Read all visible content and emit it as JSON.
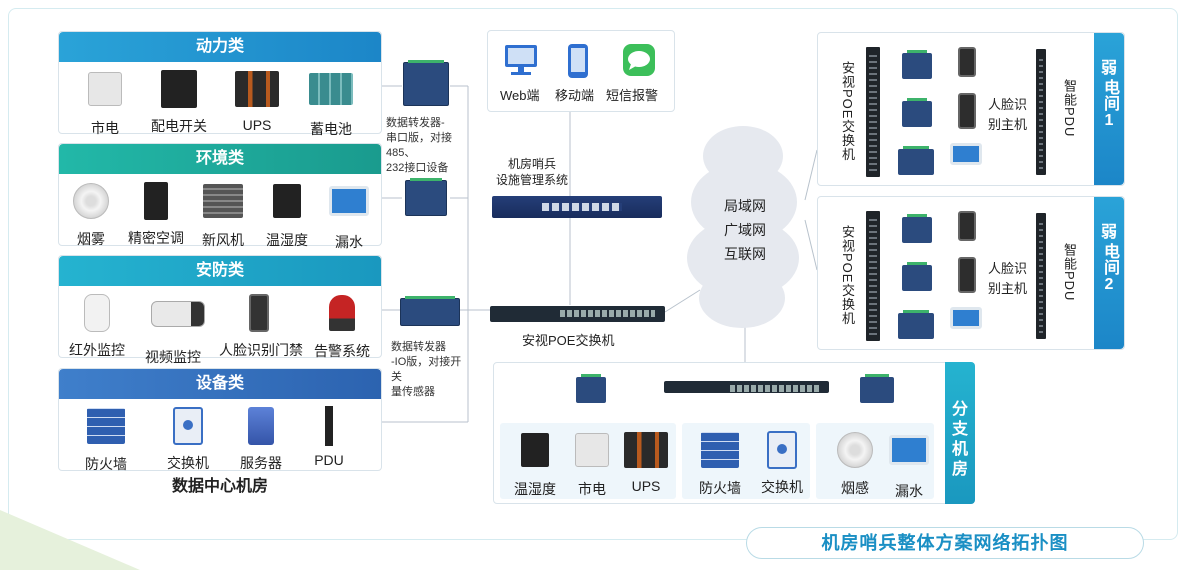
{
  "left_panels": {
    "power": {
      "title": "动力类",
      "items": [
        "市电",
        "配电开关",
        "UPS",
        "蓄电池"
      ]
    },
    "environment": {
      "title": "环境类",
      "items": [
        "烟雾",
        "精密空调",
        "新风机",
        "温湿度",
        "漏水"
      ]
    },
    "security": {
      "title": "安防类",
      "items": [
        "红外监控",
        "视频监控",
        "人脸识别门禁",
        "告警系统"
      ]
    },
    "equipment": {
      "title": "设备类",
      "items": [
        "防火墙",
        "交换机",
        "服务器",
        "PDU"
      ]
    }
  },
  "datacenter_title": "数据中心机房",
  "converter_serial": {
    "line1": "数据转发器-",
    "line2": "串口版，对接485、",
    "line3": "232接口设备"
  },
  "converter_io": {
    "line1": "数据转发器",
    "line2": "-IO版，对接开关",
    "line3": "量传感器"
  },
  "terminals": {
    "web": "Web端",
    "mobile": "移动端",
    "sms": "短信报警"
  },
  "management_system": {
    "line1": "机房哨兵",
    "line2": "设施管理系统"
  },
  "poe_switch_label": "安视POE交换机",
  "cloud": {
    "lan": "局域网",
    "wan": "广域网",
    "internet": "互联网"
  },
  "weak_room_1": {
    "title_line1": "弱",
    "title_line2": "电间",
    "title_line3": "1",
    "switch_label": "安视POE交换机",
    "face_label_1": "人脸识",
    "face_label_2": "别主机",
    "pdu_label": "智能PDU"
  },
  "weak_room_2": {
    "title_line1": "弱",
    "title_line2": "电间",
    "title_line3": "2",
    "switch_label": "安视POE交换机",
    "face_label_1": "人脸识",
    "face_label_2": "别主机",
    "pdu_label": "智能PDU"
  },
  "branch_room": {
    "title_line1": "分支",
    "title_line2": "机房",
    "group1": [
      "温湿度",
      "市电",
      "UPS"
    ],
    "group2": [
      "防火墙",
      "交换机"
    ],
    "group3": [
      "烟感",
      "漏水"
    ]
  },
  "footer_title": "机房哨兵整体方案网络拓扑图",
  "colors": {
    "accent_blue": "#1c86c8",
    "accent_teal": "#1a9b8e",
    "title_text": "#1a8fc4"
  }
}
